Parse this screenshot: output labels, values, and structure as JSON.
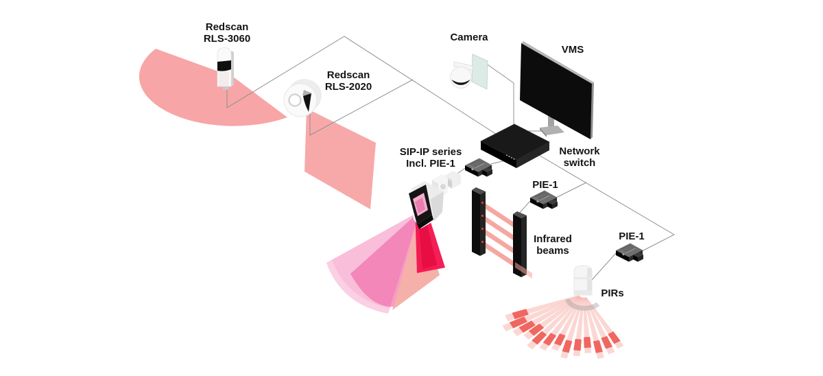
{
  "diagram": {
    "background": "#ffffff",
    "wire_color": "#8f8f8f",
    "labels": {
      "rls3060_line1": "Redscan",
      "rls3060_line2": "RLS-3060",
      "rls2020_line1": "Redscan",
      "rls2020_line2": "RLS-2020",
      "camera": "Camera",
      "vms": "VMS",
      "sipip_line1": "SIP-IP series",
      "sipip_line2": "Incl. PIE-1",
      "network_line1": "Network",
      "network_line2": "switch",
      "pie1_mid": "PIE-1",
      "pie1_right": "PIE-1",
      "infrared_line1": "Infrared",
      "infrared_line2": "beams",
      "pirs": "PIRs"
    },
    "devices": [
      {
        "id": "rls-3060",
        "label": "Redscan RLS-3060"
      },
      {
        "id": "rls-2020",
        "label": "Redscan RLS-2020"
      },
      {
        "id": "camera",
        "label": "Camera"
      },
      {
        "id": "vms",
        "label": "VMS"
      },
      {
        "id": "network-switch",
        "label": "Network switch"
      },
      {
        "id": "sip-ip-camera",
        "label": "SIP-IP series Incl. PIE-1"
      },
      {
        "id": "pie-1-a",
        "label": "PIE-1"
      },
      {
        "id": "pie-1-b",
        "label": "PIE-1"
      },
      {
        "id": "pie-1-c",
        "label": "PIE-1"
      },
      {
        "id": "infrared-beams",
        "label": "Infrared beams"
      },
      {
        "id": "pirs",
        "label": "PIRs"
      }
    ],
    "colors": {
      "detection_area_pink": "#f7a5a6",
      "laser_beam_hot_pink": "#f3134e",
      "laser_fan_light_pink": "#f7aed1",
      "infrared_beam_salmon": "#f5a29b",
      "pir_beam_red": "#ee4b44",
      "device_black": "#141414",
      "camera_plate_teal": "#dcebe6"
    }
  }
}
